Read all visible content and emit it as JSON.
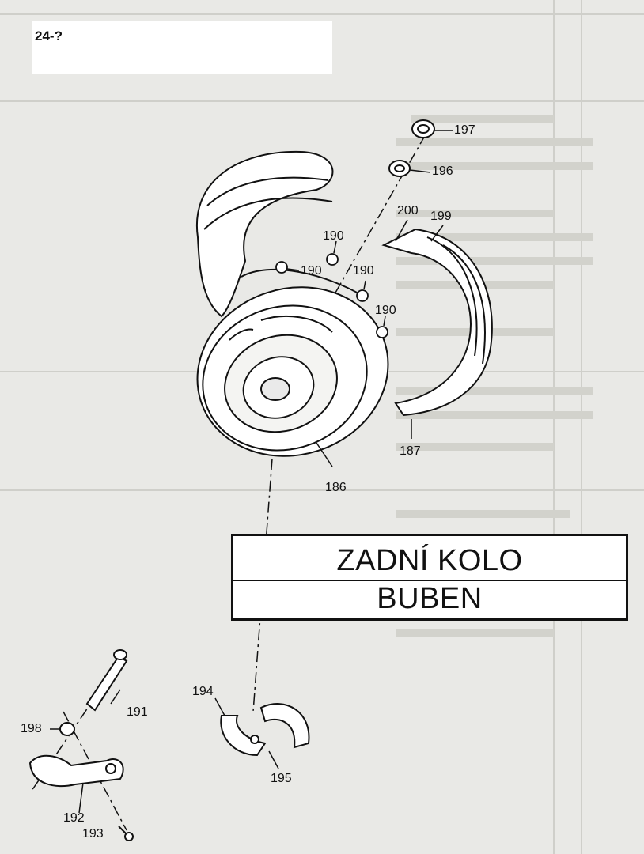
{
  "page_label": "24-?",
  "title": {
    "line1": "ZADNÍ KOLO",
    "line2": "BUBEN"
  },
  "callouts": [
    {
      "id": "197",
      "text": "197"
    },
    {
      "id": "196",
      "text": "196"
    },
    {
      "id": "200",
      "text": "200"
    },
    {
      "id": "199",
      "text": "199"
    },
    {
      "id": "190a",
      "text": "190"
    },
    {
      "id": "190b",
      "text": "190"
    },
    {
      "id": "190c",
      "text": "190"
    },
    {
      "id": "190d",
      "text": "190"
    },
    {
      "id": "187",
      "text": "187"
    },
    {
      "id": "186",
      "text": "186"
    },
    {
      "id": "191",
      "text": "191"
    },
    {
      "id": "198",
      "text": "198"
    },
    {
      "id": "192",
      "text": "192"
    },
    {
      "id": "193",
      "text": "193"
    },
    {
      "id": "194",
      "text": "194"
    },
    {
      "id": "195",
      "text": "195"
    }
  ],
  "colors": {
    "paper": "#e9e9e6",
    "ink": "#111111",
    "faint": "#c9c9c4"
  }
}
